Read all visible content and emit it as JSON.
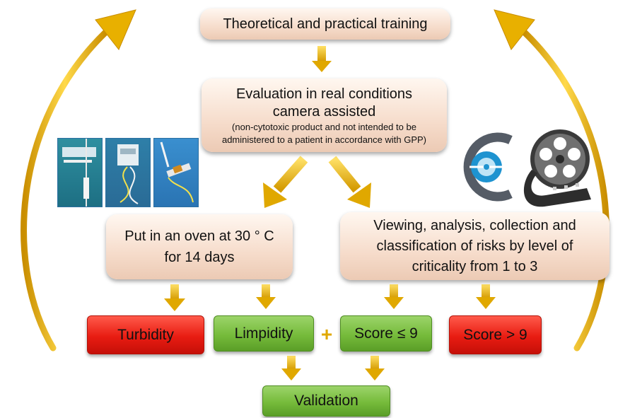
{
  "nodes": {
    "training": "Theoretical and practical training",
    "evaluation_title_1": "Evaluation in real conditions",
    "evaluation_title_2": "camera assisted",
    "evaluation_note_1": "(non-cytotoxic product and not intended to be",
    "evaluation_note_2": "administered to a patient in accordance with GPP)",
    "oven_1": "Put in an oven at 30 ° C",
    "oven_2": "for 14 days",
    "viewing_1": "Viewing, analysis, collection and",
    "viewing_2": "classification of risks by level of",
    "viewing_3": "criticality from 1 to 3",
    "turbidity": "Turbidity",
    "limpidity": "Limpidity",
    "plus": "+",
    "score_low": "Score ≤ 9",
    "score_high": "Score > 9",
    "validation": "Validation"
  },
  "colors": {
    "arrow_gold": "#e8b000",
    "red_box": "#e81c12",
    "green_box": "#76bb3b",
    "beige_box": "#f6dccb"
  },
  "icons": [
    "infusion-photo-icon",
    "camera-logo-icon",
    "film-reel-icon"
  ]
}
